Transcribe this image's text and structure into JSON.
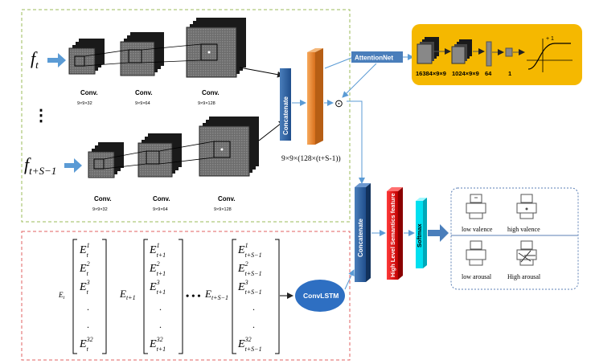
{
  "cnn_top": {
    "input_symbol": "f",
    "input_sub": "t",
    "blocks": [
      {
        "label": "Conv.",
        "size": "9×9×32"
      },
      {
        "label": "Conv.",
        "size": "9×9×64"
      },
      {
        "label": "Conv.",
        "size": "9×9×128"
      }
    ]
  },
  "cnn_bottom": {
    "input_symbol": "f",
    "input_sub": "t+S−1",
    "blocks": [
      {
        "label": "Conv.",
        "size": "9×9×32"
      },
      {
        "label": "Conv.",
        "size": "9×9×64"
      },
      {
        "label": "Conv.",
        "size": "9×9×128"
      }
    ]
  },
  "vdots": "⋮",
  "concat_label": "Concatenate",
  "concat_output": "9×9×(128×(t+S-1))",
  "attention": {
    "title": "AttentionNet",
    "dims": [
      "16384×9×9",
      "1024×9×9",
      "64",
      "1"
    ],
    "plot_plus_one": "+ 1"
  },
  "odot": "⊙",
  "concat2_label": "Concatenate",
  "hls_label": "High Level Semantics feature",
  "softmax_label": "Softmax",
  "classes": [
    "low valence",
    "high valence",
    "low arousal",
    "High arousal"
  ],
  "eeg": {
    "col0_label": "E",
    "col0_sub": "t",
    "col1_label": "E",
    "col1_sub": "t+1",
    "dots": "• • •",
    "col2_label": "E",
    "col2_sub": "t+S−1",
    "mat1_sub": "t",
    "mat2_sub": "t+1",
    "mat3_sub": "t+S−1",
    "sups": [
      "1",
      "2",
      "3",
      "32"
    ]
  },
  "convlstm_label": "ConvLSTM"
}
